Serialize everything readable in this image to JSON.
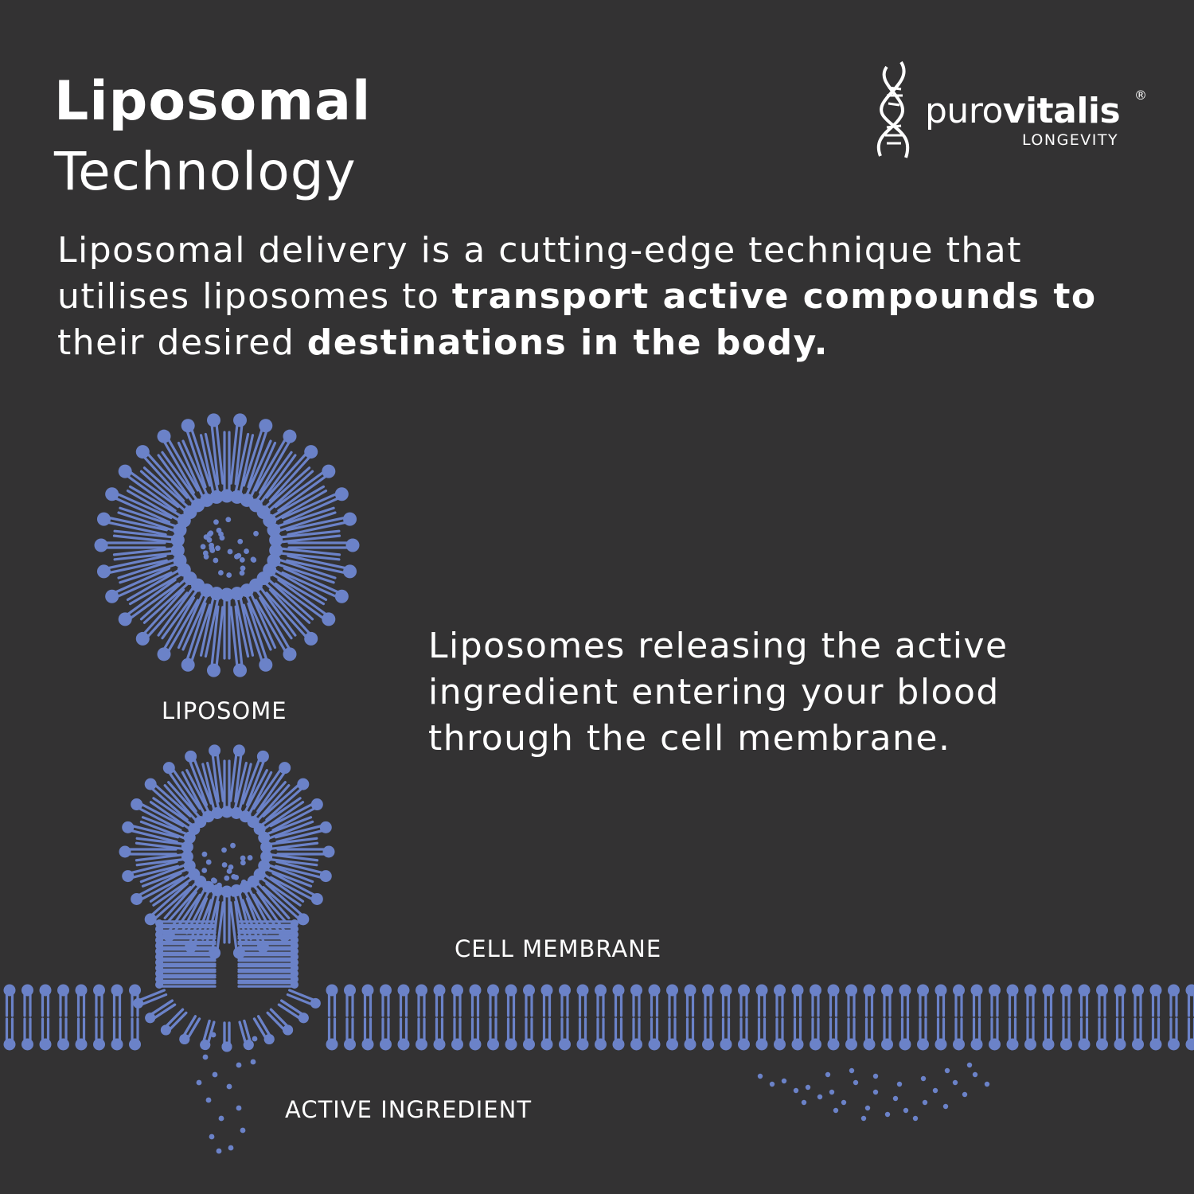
{
  "title": {
    "line1": "Liposomal",
    "line2": "Technology"
  },
  "brand": {
    "name_light": "puro",
    "name_bold": "vitalis",
    "registered": "®",
    "tagline": "LONGEVITY",
    "icon": "dna-helix-icon"
  },
  "intro": {
    "part1": "Liposomal delivery is a cutting-edge technique that utilises liposomes to ",
    "bold1": "transport active compounds to",
    "part2": " their desired ",
    "bold2": "destinations in the body."
  },
  "labels": {
    "liposome": "LIPOSOME",
    "cell_membrane": "CELL MEMBRANE",
    "active_ingredient": "ACTIVE INGREDIENT"
  },
  "release_text": "Liposomes releasing the active ingredient entering your blood through the cell membrane.",
  "colors": {
    "background": "#333233",
    "molecule": "#6b82c8",
    "text": "#ffffff"
  }
}
